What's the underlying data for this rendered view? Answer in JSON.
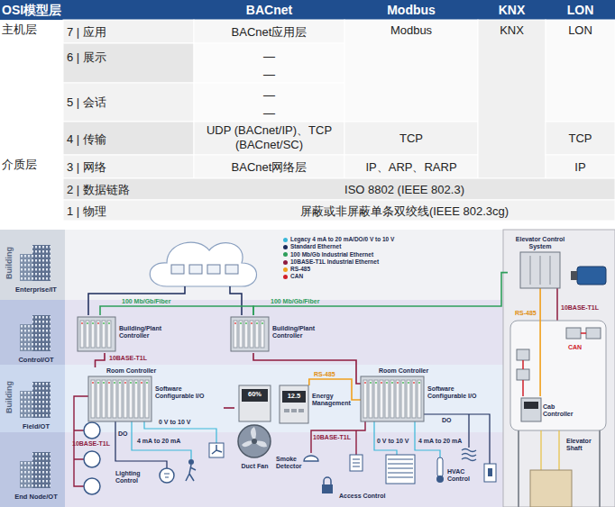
{
  "diagram": {
    "nodes": [
      {
        "text": [
          "Building/Plant Controller"
        ]
      },
      {
        "text": [
          "Building/Plant Controller"
        ]
      },
      {
        "text": [
          "Room Controller",
          "Software Configurable I/O"
        ]
      },
      {
        "text": [
          "60%",
          "Duct Fan"
        ]
      },
      {
        "text": [
          "12.5",
          "Energy Management"
        ]
      },
      {
        "text": [
          "Room Controller",
          "Software Configurable I/O"
        ]
      },
      {
        "text": [
          "Elevator Control System"
        ]
      },
      {
        "text": [
          "Cab Controller"
        ]
      }
    ],
    "edges": [
      {
        "from": 0,
        "to": 1,
        "label": "100 Mb/Gb/Fiber",
        "arrow": "none"
      },
      {
        "from": 1,
        "to": 6,
        "label": "100 Mb/Gb/Fiber",
        "arrow": "none"
      },
      {
        "from": 6,
        "to": 7,
        "label": "RS-485",
        "arrow": "none"
      },
      {
        "from": 0,
        "to": 2,
        "label": "10BASE-T1L",
        "arrow": "none"
      },
      {
        "from": 4,
        "to": 5,
        "label": "RS-485",
        "arrow": "none"
      },
      {
        "from": 1,
        "to": 5,
        "arrow": "none"
      },
      {
        "from": 2,
        "to": 3,
        "arrow": "none"
      }
    ],
    "labels": [
      "OSI模型层",
      "BACnet",
      "Modbus",
      "KNX",
      "LON",
      "主机层",
      "7 | 应用",
      "BACnet应用层",
      "Modbus",
      "KNX",
      "LON",
      "6 | 展示",
      "—",
      "—",
      "5 | 会话",
      "—",
      "—",
      "4 | 传输",
      "UDP (BACnet/IP)、TCP (BACnet/SC)",
      "TCP",
      "TCP",
      "介质层",
      "3 | 网络",
      "BACnet网络层",
      "IP、ARP、RARP",
      "IP",
      "2 | 数据链路",
      "ISO 8802 (IEEE 802.3)",
      "1 | 物理",
      "屏蔽或非屏蔽单条双绞线(IEEE 802.3cg)",
      "Building",
      "Enterprise/IT",
      "Control/OT",
      "Building",
      "Field/OT",
      "End Node/OT",
      "10BASE-T1L",
      "10BASE-T1L",
      "DO",
      "0 V to 10 V",
      "4 mA to 20 mA",
      "Lighting Control",
      "Smoke Detector",
      "10BASE-T1L",
      "0 V to 10 V",
      "DO",
      "4 mA to 20 mA",
      "HVAC Control",
      "Access Control",
      "CAN",
      "Elevator Shaft"
    ],
    "legend": [
      {
        "text": "Legacy 4 mA to 20 mA/DO/0 V to 10 V",
        "color": "#3ab7d9"
      },
      {
        "text": "Standard Ethernet",
        "color": "#1a2a5a"
      },
      {
        "text": "100 Mb/Gb Industrial Ethernet",
        "color": "#2e9e5b"
      },
      {
        "text": "10BASE-T1L Industrial Ethernet",
        "color": "#8e1b3e"
      },
      {
        "text": "RS-485",
        "color": "#f0a01e"
      },
      {
        "text": "CAN",
        "color": "#d0202a"
      }
    ]
  }
}
